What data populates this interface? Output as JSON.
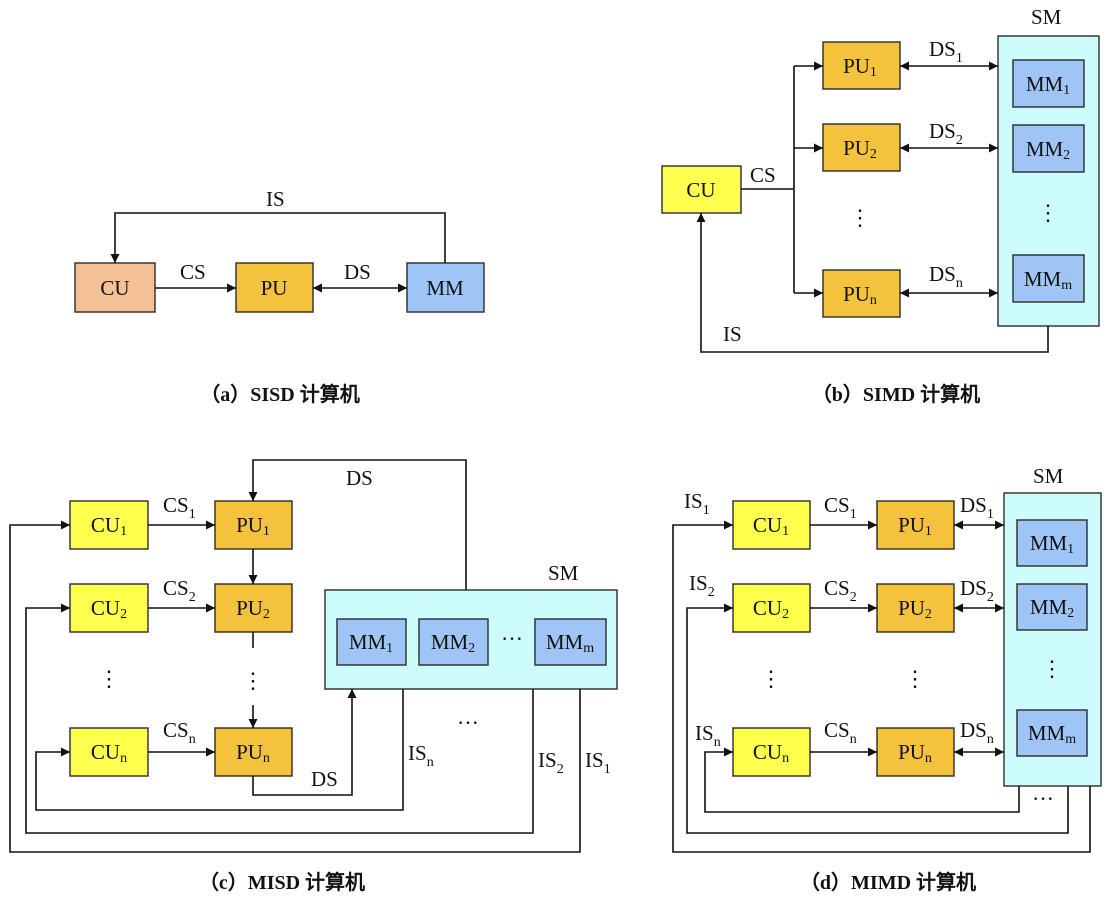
{
  "captions": {
    "a": "（a）SISD 计算机",
    "b": "（b）SIMD 计算机",
    "c": "（c）MISD 计算机",
    "d": "（d）MIMD 计算机"
  },
  "units": {
    "cu": "CU",
    "pu": "PU",
    "mm": "MM",
    "sm": "SM",
    "sub_1": "1",
    "sub_2": "2",
    "sub_n": "n",
    "sub_m": "m"
  },
  "signals": {
    "is": "IS",
    "cs": "CS",
    "ds": "DS"
  },
  "ellipsis_vertical": "⋮",
  "ellipsis_horizontal": "···"
}
